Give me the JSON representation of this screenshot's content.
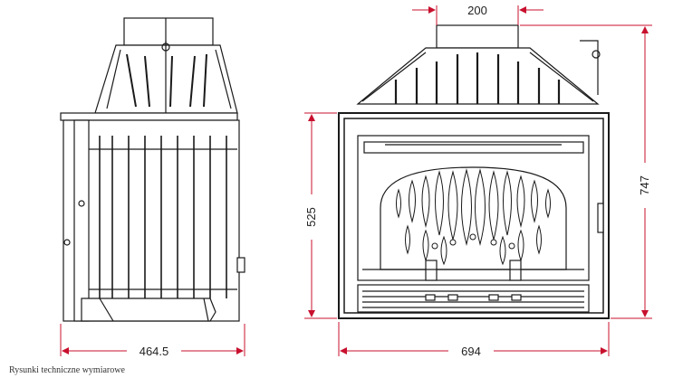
{
  "figure": {
    "dimensions": {
      "top_width": "200",
      "height_inner": "525",
      "height_total": "747",
      "side_depth": "464.5",
      "front_width": "694"
    },
    "caption": "Rysunki techniczne wymiarowe",
    "colors": {
      "line": "#1a1a1a",
      "dimension": "#c8102e",
      "fill": "#ffffff"
    }
  }
}
